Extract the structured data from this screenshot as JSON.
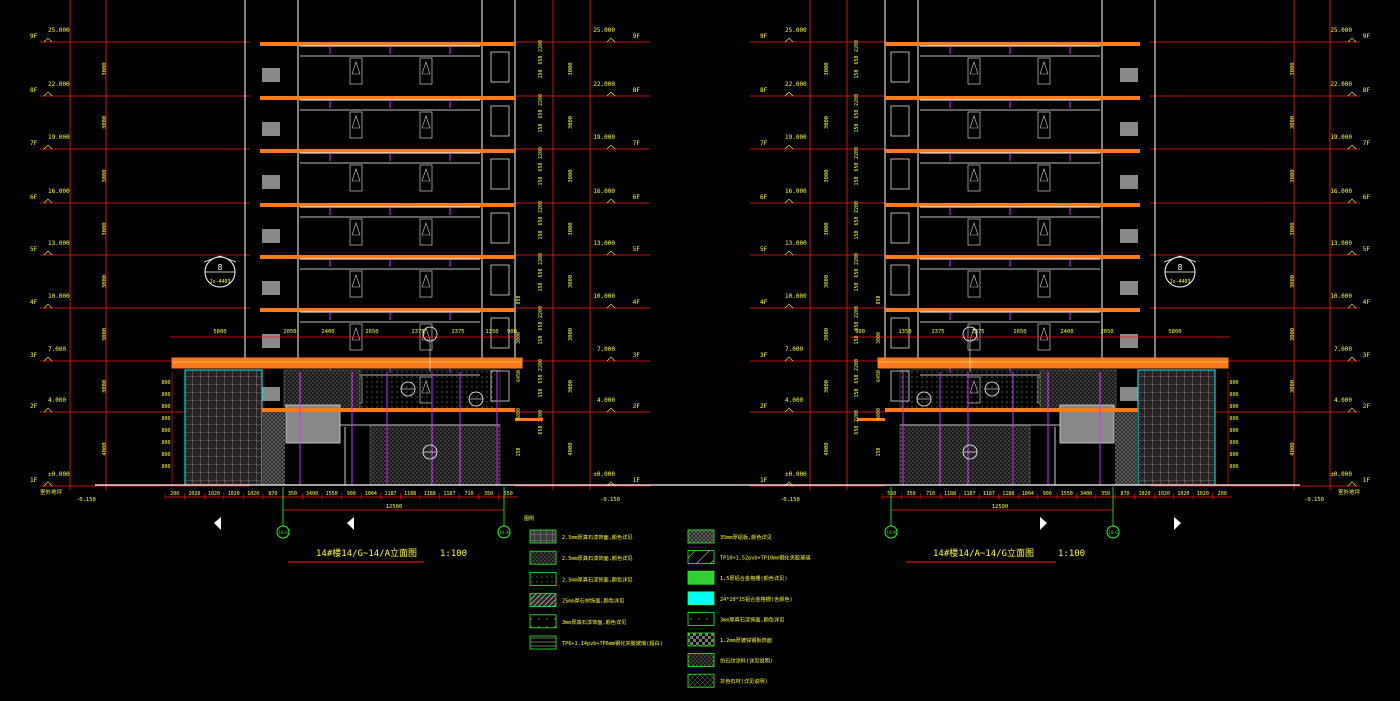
{
  "drawing": {
    "background": "#000000",
    "colors": {
      "dim": "#ff1a1a",
      "text": "#ffff33",
      "wall": "#ffffff",
      "slab": "#ff7a1a",
      "accent": "#cc33ff",
      "axis": "#22ff22",
      "hatch": "#9a9a9a",
      "cyan": "#00ffff",
      "glass": "#aaaaaa"
    },
    "left_elevation": {
      "title": "14#楼14/G~14/A立面图",
      "scale": "1:100",
      "axis_start": "14-G",
      "axis_end": "14-A",
      "callout_main": {
        "num": "8",
        "ref": "Jo-4403"
      },
      "levels": [
        {
          "name": "9F",
          "elev": "25.000"
        },
        {
          "name": "8F",
          "elev": "22.000"
        },
        {
          "name": "7F",
          "elev": "19.000"
        },
        {
          "name": "6F",
          "elev": "16.000"
        },
        {
          "name": "5F",
          "elev": "13.000"
        },
        {
          "name": "4F",
          "elev": "10.000"
        },
        {
          "name": "3F",
          "elev": "7.000"
        },
        {
          "name": "2F",
          "elev": "4.000"
        },
        {
          "name": "1F",
          "elev": "±0.000"
        }
      ],
      "ground_label": "室外地坪",
      "ground_elev": "-0.150",
      "floor_heights": [
        "3000",
        "3000",
        "3000",
        "3000",
        "3000",
        "3000",
        "3000",
        "4000"
      ],
      "window_dims": [
        "2200",
        "650",
        "150"
      ],
      "top_dims": [
        "5800",
        "2050",
        "2400",
        "2650",
        "2375",
        "2375",
        "1350",
        "900"
      ],
      "bottom_dims": [
        "200",
        "1020",
        "1020",
        "1020",
        "1020",
        "870",
        "350",
        "3400",
        "1550",
        "900",
        "1004",
        "1187",
        "1188",
        "1188",
        "1187",
        "710",
        "350",
        "550"
      ],
      "total_width": "12500",
      "left_stack_dims": [
        "800",
        "800",
        "800",
        "800",
        "800",
        "800",
        "800",
        "800"
      ],
      "right_stack_dims": [
        "850",
        "3000",
        "6450",
        "4800",
        "150"
      ]
    },
    "right_elevation": {
      "title": "14#楼14/A~14/G立面图",
      "scale": "1:100",
      "axis_start": "14-A",
      "axis_end": "14-G",
      "callout_main": {
        "num": "8",
        "ref": "Jo-4403"
      },
      "ground_label": "室外地坪",
      "ground_elev": "-0.150",
      "top_dims": [
        "900",
        "1350",
        "2375",
        "2375",
        "2650",
        "2400",
        "2050",
        "5800"
      ],
      "bottom_dims": [
        "550",
        "350",
        "710",
        "1188",
        "1187",
        "1187",
        "1188",
        "1004",
        "900",
        "1550",
        "3400",
        "350",
        "870",
        "1020",
        "1020",
        "1020",
        "1020",
        "200"
      ],
      "total_width": "12500"
    },
    "legend": {
      "heading": "图例",
      "left": [
        {
          "pattern": "grid-fill",
          "label": "2.5mm厚真石漆饰面,颜色详见"
        },
        {
          "pattern": "dots-dark",
          "label": "2.5mm厚真石漆饰面,颜色详见"
        },
        {
          "pattern": "dots",
          "label": "2.5mm厚真石漆饰面,颜色详见"
        },
        {
          "pattern": "diag",
          "label": "25mm厚石材饰面,颜色详见"
        },
        {
          "pattern": "dots-sparse",
          "label": "3mm厚真石漆饰面,颜色详见"
        },
        {
          "pattern": "lines",
          "label": "TP6+1.14pvb+TP6mm钢化夹胶玻璃(超白)"
        }
      ],
      "right": [
        {
          "pattern": "mesh",
          "label": "35mm厚铝板,颜色详见"
        },
        {
          "pattern": "slash",
          "label": "TP10+1.52pvb+TP10mm钢化夹胶玻璃"
        },
        {
          "pattern": "green",
          "label": "1.5厚铝合金格栅(颜色详见)"
        },
        {
          "pattern": "cyan",
          "label": "24*20*15铝合金格栅(含颜色)"
        },
        {
          "pattern": "dots-sparse",
          "label": "3mm厚真石漆饰面,颜色详见"
        },
        {
          "pattern": "checker",
          "label": "1.2mm厚镀锌钢板饰面"
        },
        {
          "pattern": "dots-dark",
          "label": "仿石纹涂料(详见说明)"
        },
        {
          "pattern": "mesh2",
          "label": "灰色石材(详见说明)"
        }
      ]
    }
  }
}
